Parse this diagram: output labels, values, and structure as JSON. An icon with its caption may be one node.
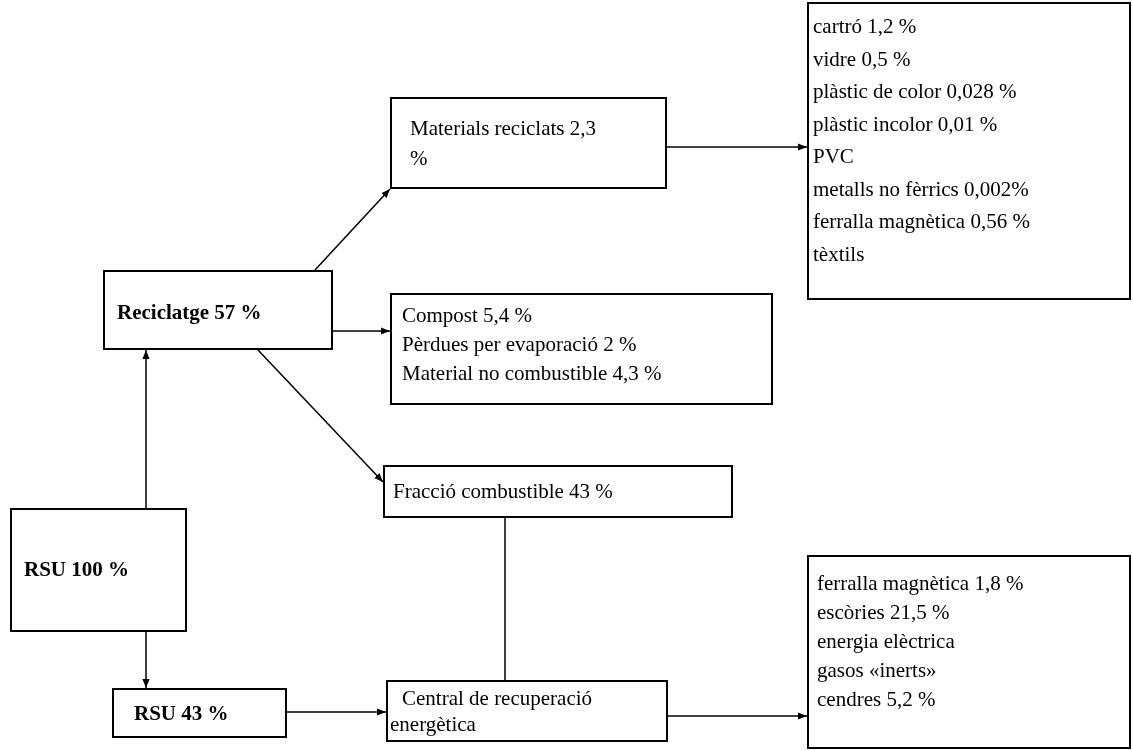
{
  "diagram": {
    "nodes": [
      {
        "text": [
          "Materials reciclats 2,3 %"
        ]
      },
      {
        "text": [
          "cartró 1,2 %",
          "vidre 0,5 %",
          "plàstic de color 0,028 %",
          "plàstic incolor 0,01 %",
          "PVC",
          "metalls no fèrrics 0,002%",
          "ferralla magnètica 0,56 %",
          "tèxtils"
        ]
      },
      {
        "text": [
          "Reciclatge 57 %"
        ]
      },
      {
        "text": [
          "Compost 5,4 %",
          "Pèrdues per evaporació 2 %",
          "Material no combustible 4,3 %"
        ]
      },
      {
        "text": [
          "Fracció combustible 43 %"
        ]
      },
      {
        "text": [
          "RSU 100 %"
        ]
      },
      {
        "text": [
          "RSU 43 %"
        ]
      },
      {
        "text": [
          "Central de recuperació energètica"
        ]
      },
      {
        "text": [
          "ferralla magnètica 1,8 %",
          "escòries 21,5 %",
          "energia elèctrica",
          "gasos «inerts»",
          "cendres 5,2 %"
        ]
      }
    ],
    "edges": [
      {
        "from": 2,
        "to": 0,
        "arrow": "to"
      },
      {
        "from": 0,
        "to": 1,
        "arrow": "to"
      },
      {
        "from": 2,
        "to": 3,
        "arrow": "to"
      },
      {
        "from": 2,
        "to": 4,
        "arrow": "to"
      },
      {
        "from": 5,
        "to": 2,
        "arrow": "to"
      },
      {
        "from": 5,
        "to": 6,
        "arrow": "to"
      },
      {
        "from": 4,
        "to": 7,
        "arrow": "none"
      },
      {
        "from": 6,
        "to": 7,
        "arrow": "to"
      },
      {
        "from": 7,
        "to": 8,
        "arrow": "to"
      }
    ]
  }
}
